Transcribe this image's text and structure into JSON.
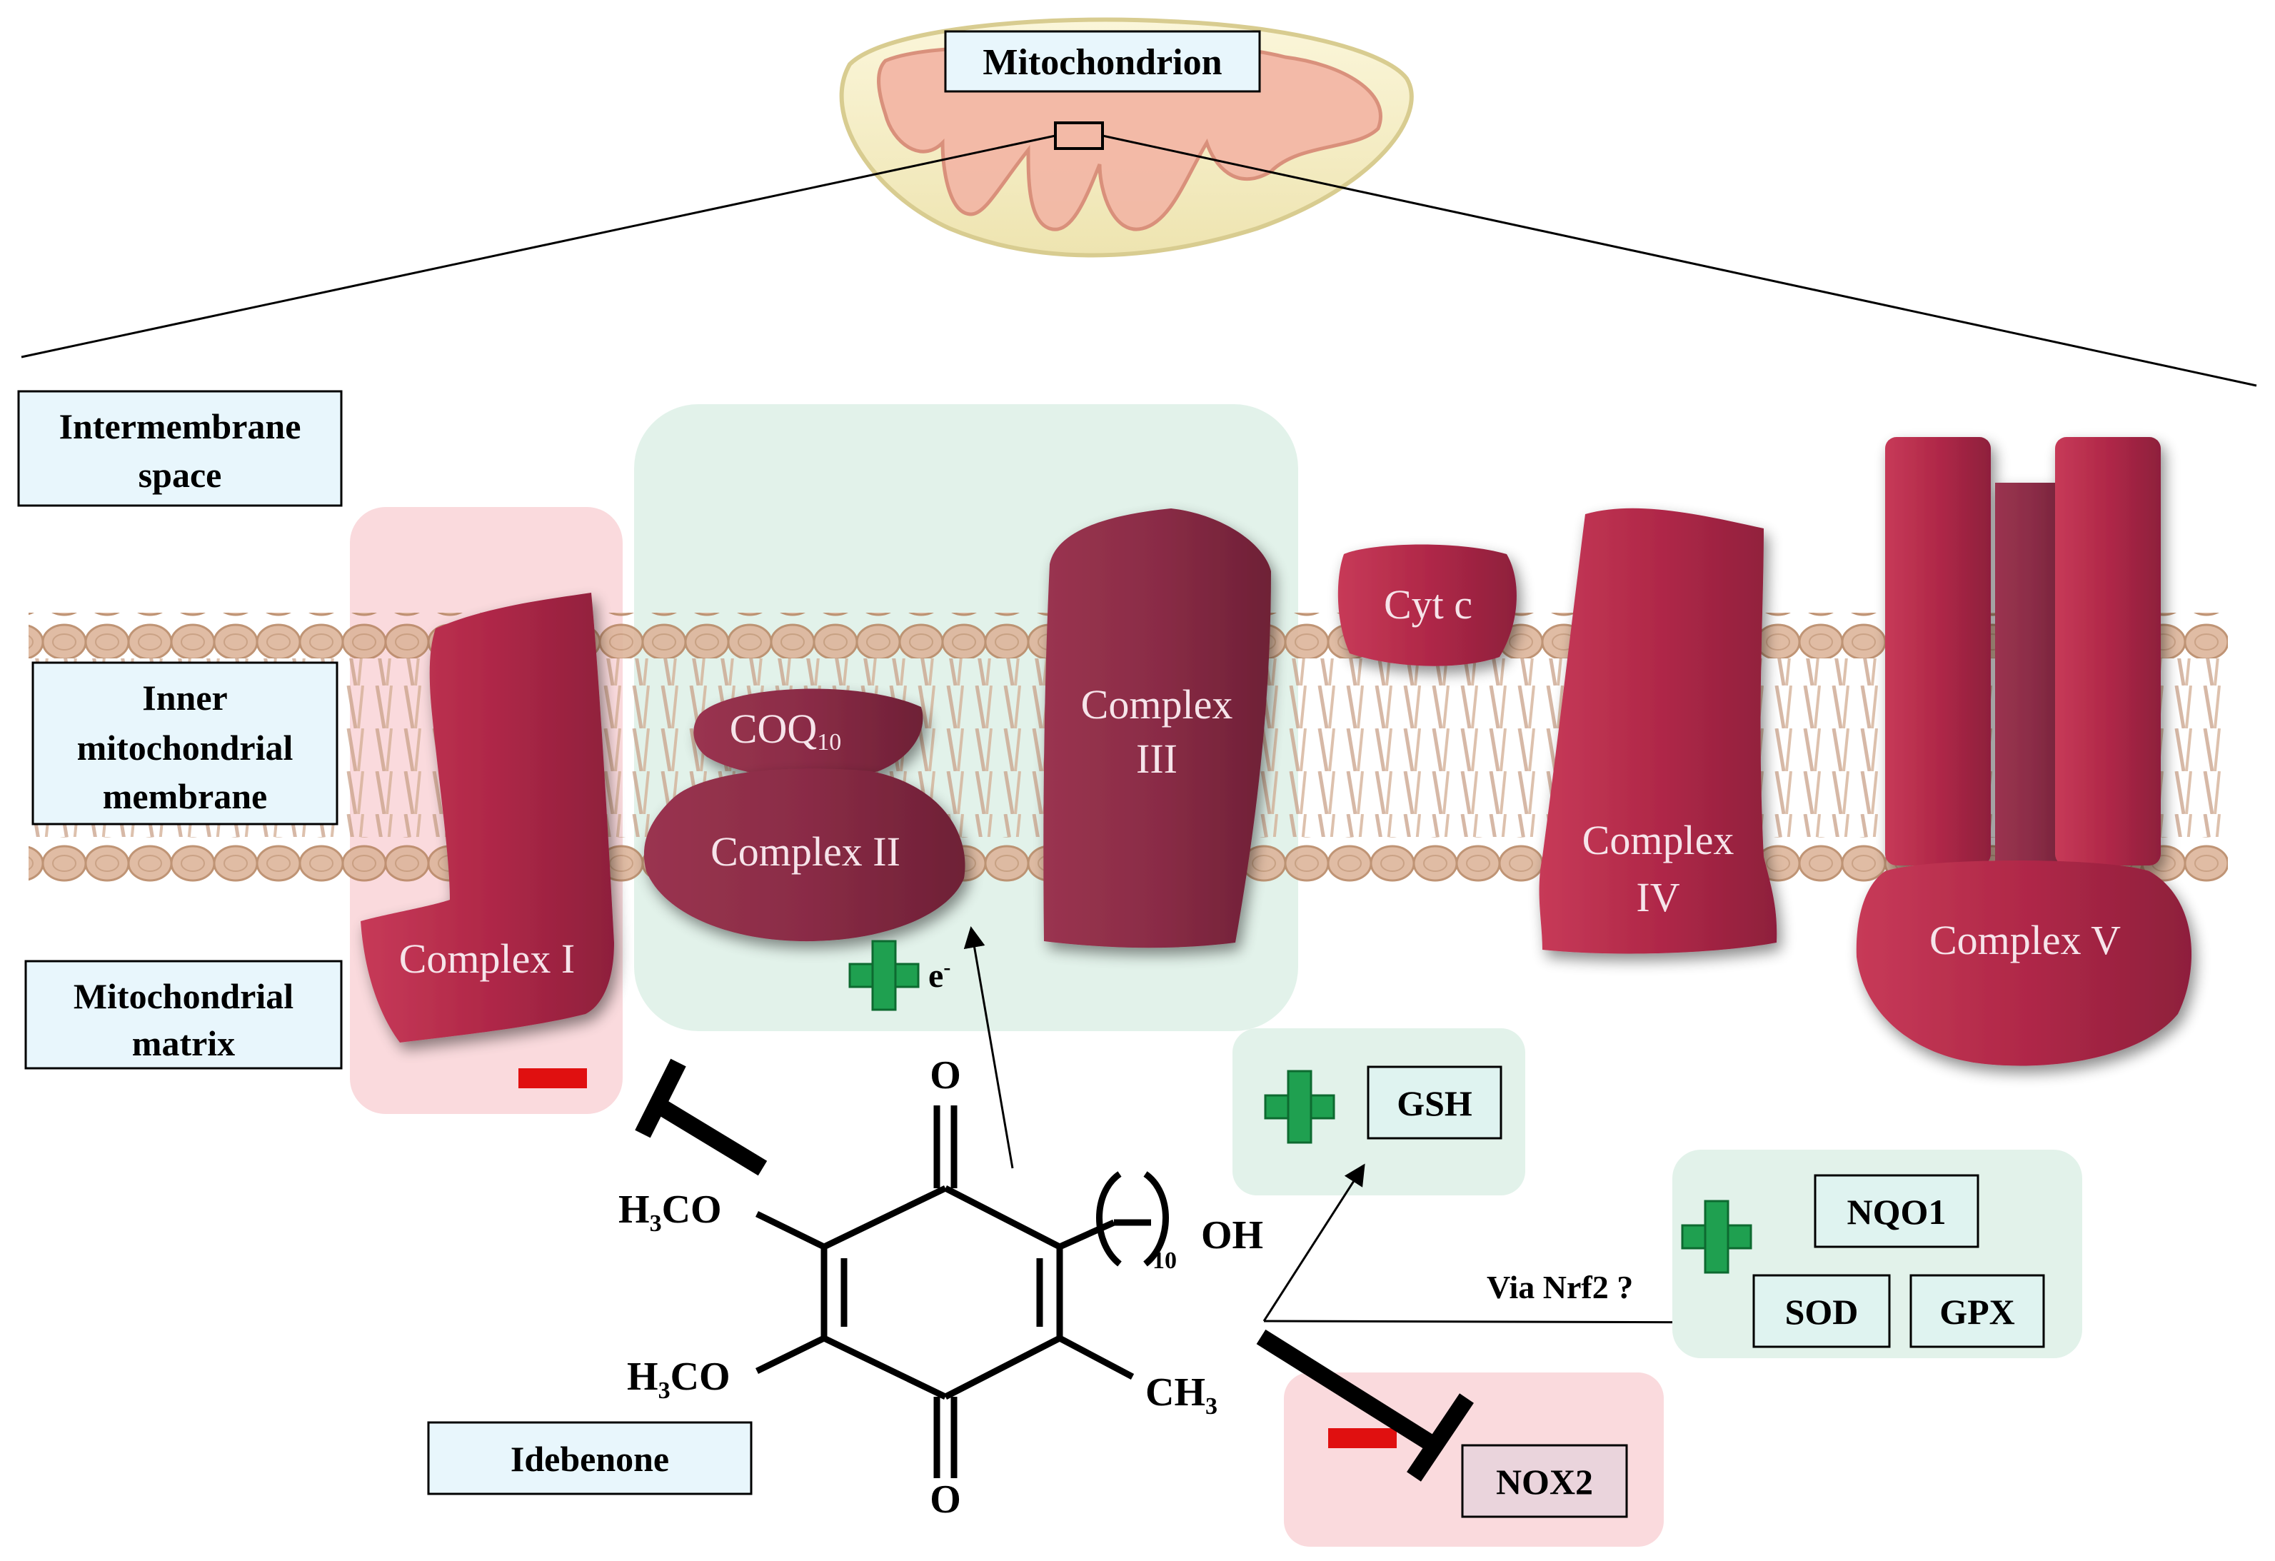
{
  "title": "Mitochondrion",
  "regions": {
    "intermembrane": [
      "Intermembrane",
      "space"
    ],
    "inner_membrane": [
      "Inner",
      "mitochondrial",
      "membrane"
    ],
    "matrix": [
      "Mitochondrial",
      "matrix"
    ]
  },
  "complexes": {
    "complex1": "Complex I",
    "coq10_base": "COQ",
    "coq10_sub": "10",
    "complex2": "Complex II",
    "complex3": [
      "Complex",
      "III"
    ],
    "cytc": "Cyt c",
    "complex4": [
      "Complex",
      "IV"
    ],
    "complex5": "Complex V"
  },
  "effects": {
    "electron_base": "e",
    "electron_sup": "-",
    "gsh": "GSH",
    "nqo1": "NQO1",
    "sod": "SOD",
    "gpx": "GPX",
    "nox2": "NOX2",
    "via_nrf2": "Via Nrf2 ?"
  },
  "molecule": {
    "name": "Idebenone",
    "oxygen_top": "O",
    "oxygen_bottom": "O",
    "methoxy1_a": "H",
    "methoxy1_sub": "3",
    "methoxy1_b": "CO",
    "methoxy2_a": "H",
    "methoxy2_sub": "3",
    "methoxy2_b": "CO",
    "methyl_a": "CH",
    "methyl_sub": "3",
    "chain_sub": "10",
    "hydroxyl": "OH"
  },
  "colors": {
    "protein": "#b8284a",
    "protein_dark": "#8e2040",
    "green_box": "#e2f2ea",
    "red_box": "#fadadd",
    "label_box": "#e8f6fc",
    "plus": "#1fa050",
    "minus": "#e01010"
  }
}
